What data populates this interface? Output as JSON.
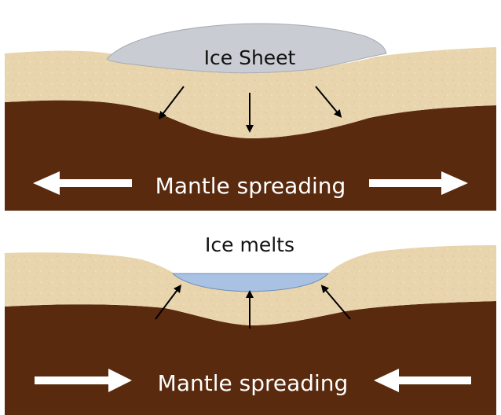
{
  "panels": {
    "top": {
      "ice_label": "Ice Sheet",
      "mantle_label": "Mantle spreading",
      "mantle_direction": "outward"
    },
    "bottom": {
      "ice_label": "Ice melts",
      "mantle_label": "Mantle spreading",
      "mantle_direction": "inward"
    }
  },
  "colors": {
    "crust": "#e9d5ad",
    "mantle": "#5a2a0e",
    "ice": "#c9ccd2",
    "meltwater": "#a9c2e4",
    "arrow": "#000000",
    "mantle_arrow": "#ffffff"
  }
}
